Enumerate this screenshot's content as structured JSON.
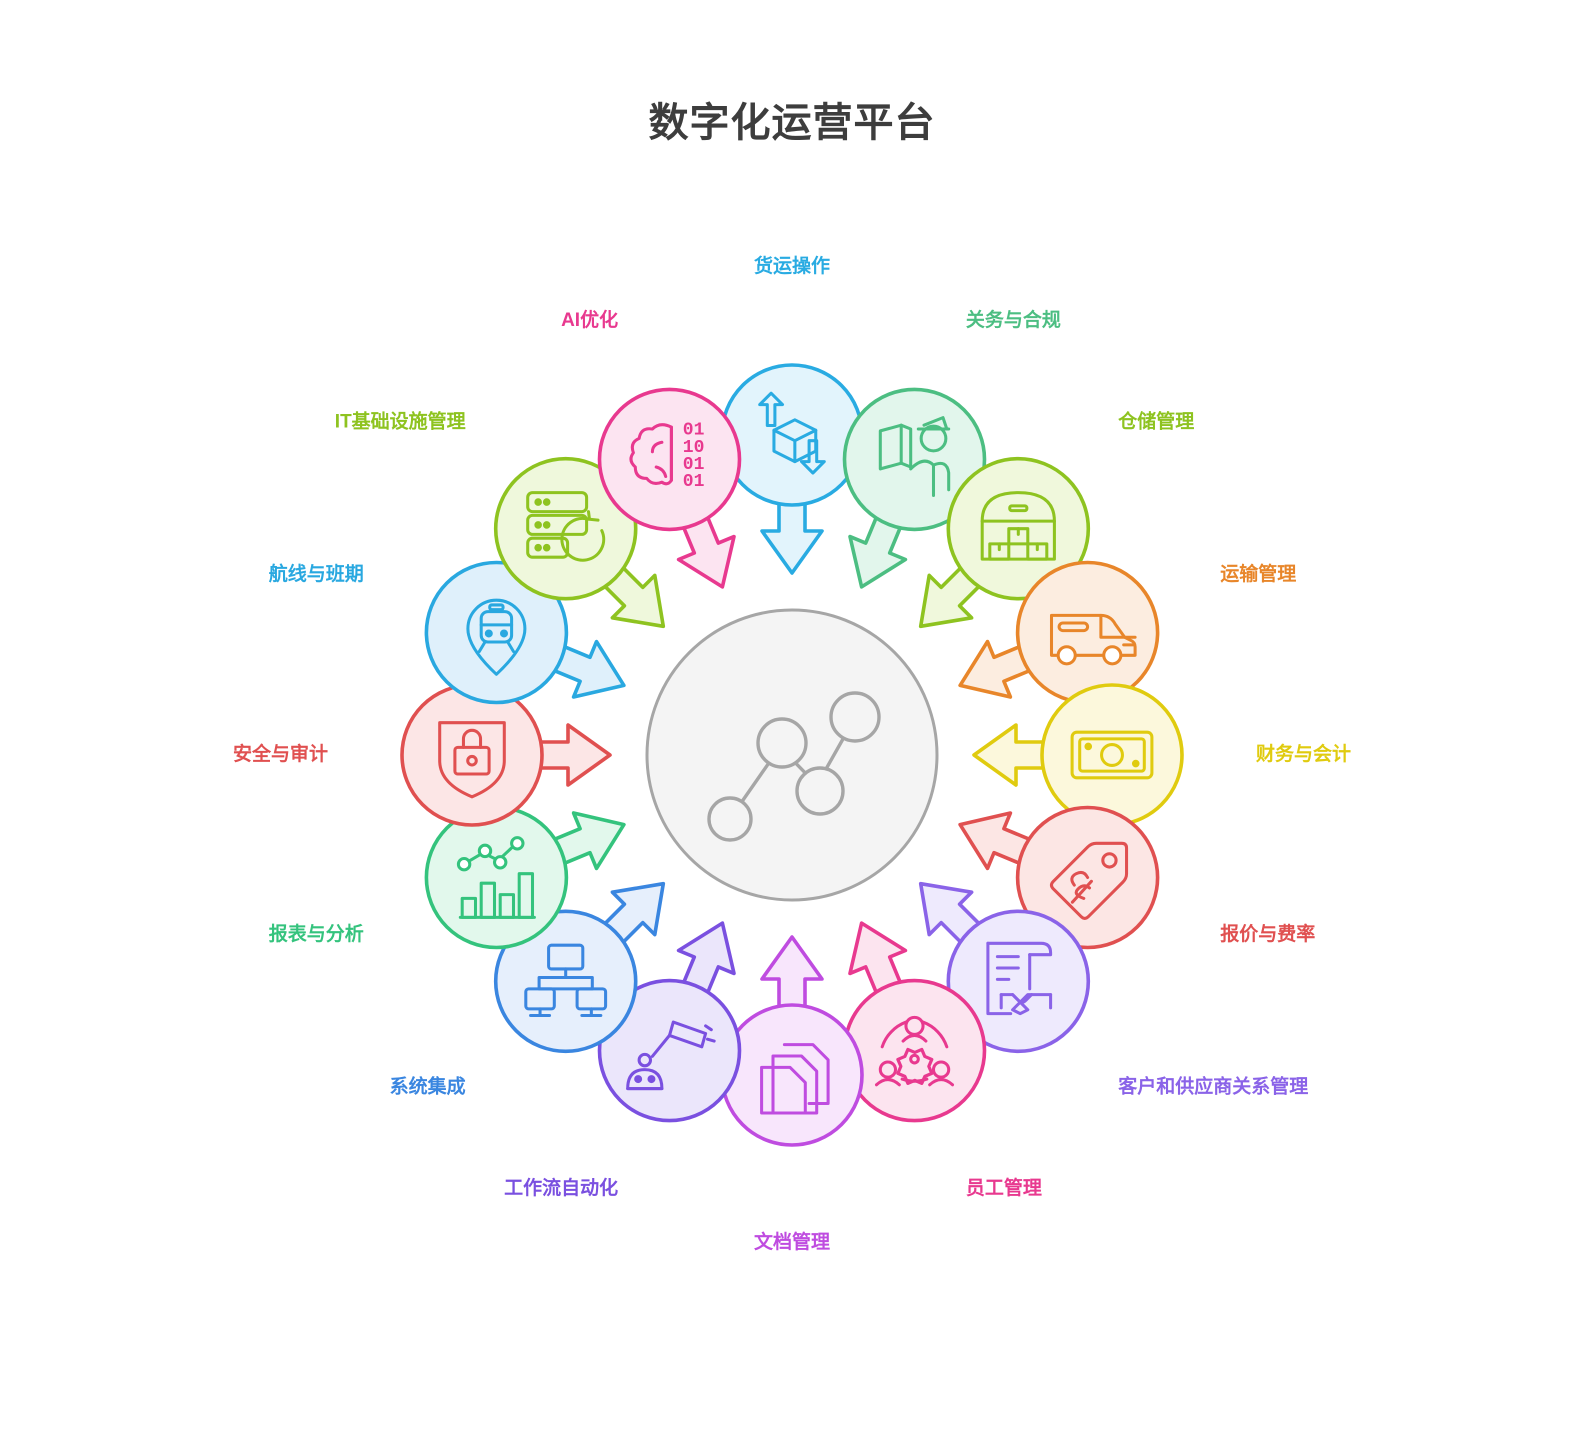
{
  "title": "数字化运营平台",
  "hub": {
    "icon": "network-nodes-icon",
    "fill": "#f4f4f4",
    "stroke": "#a6a6a6"
  },
  "chart_data": {
    "type": "diagram",
    "title": "数字化运营平台",
    "layout": "radial-hub-and-spoke",
    "hub_label": "",
    "node_count": 16,
    "nodes": [
      {
        "label": "货运操作",
        "icon": "box-arrows-icon",
        "color": "#29abe2",
        "fill": "#e2f4fc",
        "angle": -90,
        "label_pos": "top"
      },
      {
        "label": "关务与合规",
        "icon": "customs-officer-icon",
        "color": "#4cbe82",
        "fill": "#e2f6ec",
        "angle": -67.5,
        "label_pos": "top-right"
      },
      {
        "label": "仓储管理",
        "icon": "warehouse-icon",
        "color": "#8ec320",
        "fill": "#f0f8dc",
        "angle": -45,
        "label_pos": "right"
      },
      {
        "label": "运输管理",
        "icon": "truck-icon",
        "color": "#e8862a",
        "fill": "#fcede0",
        "angle": -22.5,
        "label_pos": "right"
      },
      {
        "label": "财务与会计",
        "icon": "banknote-icon",
        "color": "#e0cb0f",
        "fill": "#fcf8dc",
        "angle": 0,
        "label_pos": "right"
      },
      {
        "label": "报价与费率",
        "icon": "price-tag-icon",
        "color": "#e05council",
        "fill": "#fce6e4",
        "angle": 22.5,
        "label_pos": "right"
      },
      {
        "label": "客户和供应商关系管理",
        "icon": "contract-handshake-icon",
        "color": "#8a63e8",
        "fill": "#eeeafd",
        "angle": 45,
        "label_pos": "right"
      },
      {
        "label": "员工管理",
        "icon": "team-gear-icon",
        "color": "#e8398f",
        "fill": "#fce4ef",
        "angle": 67.5,
        "label_pos": "bottom-right"
      },
      {
        "label": "文档管理",
        "icon": "documents-icon",
        "color": "#bf4ce0",
        "fill": "#f8e6fc",
        "angle": 90,
        "label_pos": "bottom"
      },
      {
        "label": "工作流自动化",
        "icon": "robot-arm-icon",
        "color": "#7a50e0",
        "fill": "#ebe6fb",
        "angle": 112.5,
        "label_pos": "bottom-left"
      },
      {
        "label": "系统集成",
        "icon": "network-computers-icon",
        "color": "#3a86e0",
        "fill": "#e6effc",
        "angle": 135,
        "label_pos": "left"
      },
      {
        "label": "报表与分析",
        "icon": "bar-line-chart-icon",
        "color": "#34c37d",
        "fill": "#e2f8ec",
        "angle": 157.5,
        "label_pos": "left"
      },
      {
        "label": "安全与审计",
        "icon": "shield-lock-icon",
        "color": "#e05050",
        "fill": "#fce6e6",
        "angle": 180,
        "label_pos": "left"
      },
      {
        "label": "航线与班期",
        "icon": "train-pin-icon",
        "color": "#29a8e0",
        "fill": "#dff0fb",
        "angle": 202.5,
        "label_pos": "left"
      },
      {
        "label": "IT基础设施管理",
        "icon": "server-refresh-icon",
        "color": "#8ec320",
        "fill": "#eff8dc",
        "angle": 225,
        "label_pos": "left"
      },
      {
        "label": "AI优化",
        "icon": "brain-binary-icon",
        "color": "#e8398f",
        "fill": "#fce4f1",
        "angle": 247.5,
        "label_pos": "top-left"
      }
    ]
  }
}
